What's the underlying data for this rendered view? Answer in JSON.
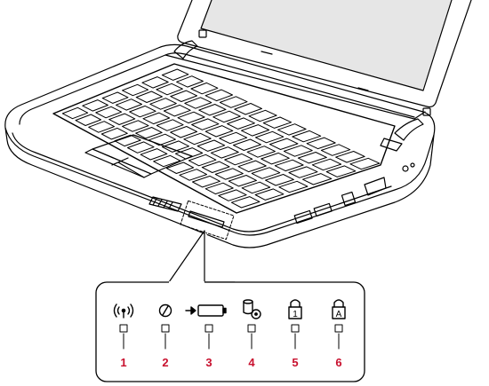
{
  "indicator_panel": {
    "accent_color": "#c8102e",
    "indicators": [
      {
        "number": "1",
        "icon": "wireless-antenna-icon"
      },
      {
        "number": "2",
        "icon": "power-icon"
      },
      {
        "number": "3",
        "icon": "battery-charging-icon"
      },
      {
        "number": "4",
        "icon": "disk-activity-icon"
      },
      {
        "number": "5",
        "icon": "num-lock-icon"
      },
      {
        "number": "6",
        "icon": "caps-lock-icon"
      }
    ]
  }
}
